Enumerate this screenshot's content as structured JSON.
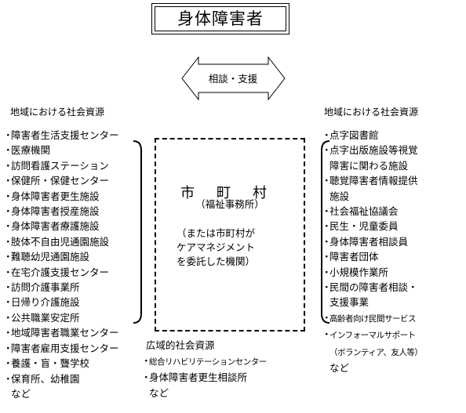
{
  "title": "身体障害者",
  "arrow_label": "相談・支援",
  "left_heading": "地域における社会資源",
  "right_heading": "地域における社会資源",
  "left_items": [
    "障害者生活支援センター",
    "医療機関",
    "訪問看護ステーション",
    "保健所・保健センター",
    "身体障害者更生施設",
    "身体障害者授産施設",
    "身体障害者療護施設",
    "肢体不自由児通園施設",
    "難聴幼児通園施設",
    "在宅介護支援センター",
    "訪問介護事業所",
    "日帰り介護施設",
    "公共職業安定所",
    "地域障害者職業センター",
    "障害者雇用支援センター",
    "養護・盲・聾学校",
    "保育所、幼稚園",
    "など"
  ],
  "right_items": [
    "点字図書館",
    "点字出版施設等視覚",
    "障害に関わる施設",
    "聴覚障害者情報提供",
    "施設",
    "社会福祉協議会",
    "民生・児童委員",
    "身体障害者相談員",
    "障害者団体",
    "小規模作業所",
    "民間の障害者相談・",
    "支援事業",
    "高齢者向け民間サービス",
    "インフォーマルサポート",
    "（ボランティア、友人等）",
    "など"
  ],
  "center": {
    "name": "市町村",
    "sub": "（福祉事務所）",
    "note_lines": [
      "（または市町村が",
      "ケアマネジメント",
      "を委託した機関）"
    ]
  },
  "wide_area": {
    "heading": "広域的社会資源",
    "items": [
      "総合リハビリテーションセンター",
      "身体障害者更生相談所",
      "など"
    ]
  }
}
